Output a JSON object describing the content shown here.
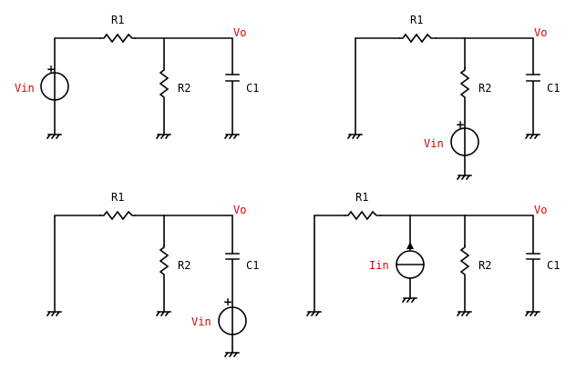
{
  "colors": {
    "wire": "#000000",
    "source_label": "#e00000",
    "node_label": "#e00000"
  },
  "circuits": [
    {
      "id": "a",
      "R1": "R1",
      "R2": "R2",
      "C1": "C1",
      "Vo": "Vo",
      "source": "Vin",
      "source_type": "voltage",
      "source_position": "left branch"
    },
    {
      "id": "b",
      "R1": "R1",
      "R2": "R2",
      "C1": "C1",
      "Vo": "Vo",
      "source": "Vin",
      "source_type": "voltage",
      "source_position": "series with R2"
    },
    {
      "id": "c",
      "R1": "R1",
      "R2": "R2",
      "C1": "C1",
      "Vo": "Vo",
      "source": "Vin",
      "source_type": "voltage",
      "source_position": "series with C1"
    },
    {
      "id": "d",
      "R1": "R1",
      "R2": "R2",
      "C1": "C1",
      "Vo": "Vo",
      "source": "Iin",
      "source_type": "current",
      "source_position": "parallel at R1 output"
    }
  ],
  "plus_sign": "+"
}
